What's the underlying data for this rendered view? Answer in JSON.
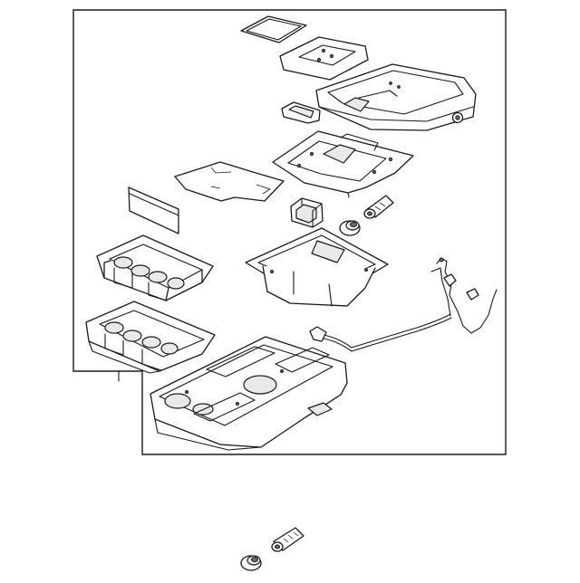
{
  "diagram": {
    "type": "exploded-parts-view",
    "parts": [
      "lid-pad",
      "lid-bezel",
      "armrest-lid",
      "latch-button",
      "hinge-plate",
      "storage-mat",
      "storage-divider",
      "rear-cup-holder-insert",
      "front-cup-holder-insert",
      "storage-bin-liner",
      "power-outlet",
      "grommet",
      "usb-port",
      "wiring-harness",
      "console-base",
      "loose-grommet",
      "loose-port-plug"
    ]
  }
}
